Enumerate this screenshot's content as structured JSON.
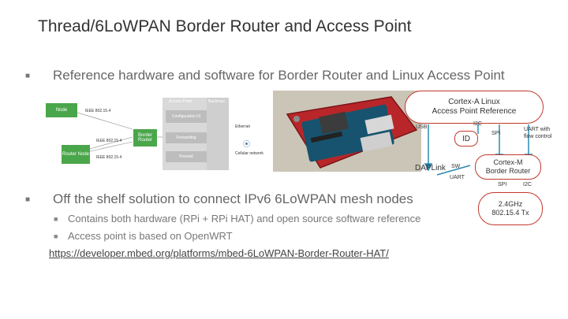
{
  "title": "Thread/6LoWPAN Border Router and Access Point",
  "bullet1": "Reference hardware and software for Border Router and Linux Access Point",
  "bullet2": "Off the shelf solution to connect IPv6 6LoWPAN mesh nodes",
  "sub_bullets": [
    "Contains both hardware (RPi + RPi HAT) and open source software reference",
    "Access point is based on OpenWRT"
  ],
  "link": "https://developer.mbed.org/platforms/mbed-6LoWPAN-Border-Router-HAT/",
  "diagram": {
    "node": "Node",
    "router_node": "Router Node",
    "border_router": "Border Router",
    "ieee_1": "IEEE 802.15.4",
    "ieee_2": "IEEE 802.15.4",
    "ieee_3": "IEEE 802.15.4",
    "access_point": "Access Point",
    "ap_box1": "Configuration UI",
    "ap_box2": "Forwarding",
    "ap_box3": "Firewall",
    "col_label": "Backhaul",
    "ethernet": "Ethernet",
    "cellular": "Cellular network"
  },
  "hw": {
    "callout_line1": "Cortex-A Linux",
    "callout_line2": "Access Point Reference",
    "usb": "USB",
    "i2c_top": "I2C",
    "id": "ID",
    "spi_right": "SPI",
    "uart_right": "UART with flow control",
    "daplink": "DAPLink",
    "sw": "SW",
    "uart_bottom": "UART",
    "cortex_m_line1": "Cortex-M",
    "cortex_m_line2": "Border Router",
    "spi_bottom": "SPI",
    "i2c_bottom": "I2C",
    "radio_line1": "2.4GHz",
    "radio_line2": "802.15.4 Tx"
  },
  "colors": {
    "accent_red": "#c0392b",
    "green": "#4aa64a"
  }
}
